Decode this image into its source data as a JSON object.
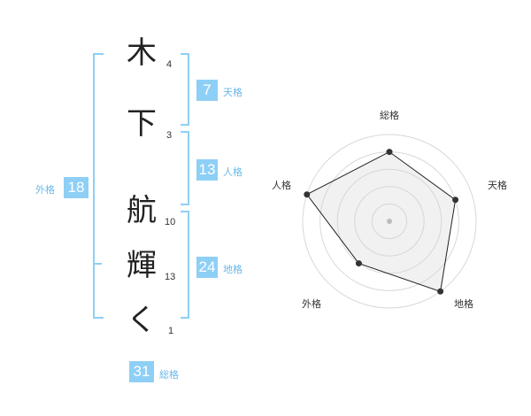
{
  "name_chars": [
    {
      "char": "木",
      "strokes": "4"
    },
    {
      "char": "下",
      "strokes": "3"
    },
    {
      "char": "航",
      "strokes": "10"
    },
    {
      "char": "輝",
      "strokes": "13"
    },
    {
      "char": "く",
      "strokes": "1"
    }
  ],
  "kakusu": {
    "tenkaku": {
      "value": "7",
      "label": "天格"
    },
    "jinkaku": {
      "value": "13",
      "label": "人格"
    },
    "chikaku": {
      "value": "24",
      "label": "地格"
    },
    "gaikaku": {
      "value": "18",
      "label": "外格"
    },
    "soukaku": {
      "value": "31",
      "label": "総格"
    }
  },
  "colors": {
    "accent": "#8ecff6",
    "label": "#6ab8e8"
  },
  "chart_data": {
    "type": "radar",
    "axes": [
      "総格",
      "天格",
      "地格",
      "外格",
      "人格"
    ],
    "values": [
      4,
      4,
      5,
      3,
      5
    ],
    "max": 5,
    "rings": 5
  }
}
